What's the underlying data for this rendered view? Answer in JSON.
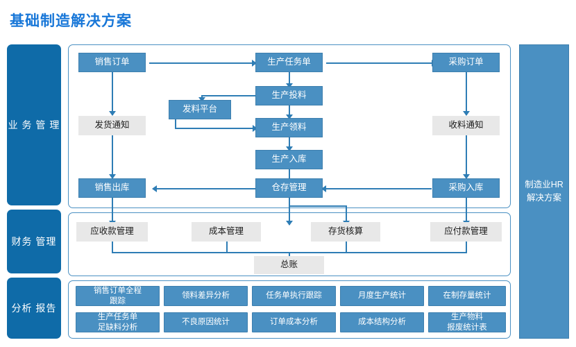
{
  "title": "基础制造解决方案",
  "colors": {
    "title_blue": "#1877D8",
    "sidebar_dark_blue": "#0F6BA8",
    "node_blue": "#4A90C2",
    "node_gray": "#E8E8E8",
    "connector": "#2E7DB5",
    "panel_border": "#4A90C2"
  },
  "sidebar_left": {
    "items": [
      {
        "label": "业 务\n管 理"
      },
      {
        "label": "财务\n管理"
      },
      {
        "label": "分析\n报告"
      }
    ]
  },
  "sidebar_right": {
    "label": "制造业HR\n解决方案"
  },
  "business": {
    "nodes": [
      {
        "id": "sales-order",
        "label": "销售订单",
        "style": "blue"
      },
      {
        "id": "production-task",
        "label": "生产任务单",
        "style": "blue"
      },
      {
        "id": "purchase-order",
        "label": "采购订单",
        "style": "blue"
      },
      {
        "id": "production-feed",
        "label": "生产投料",
        "style": "blue"
      },
      {
        "id": "material-platform",
        "label": "发料平台",
        "style": "blue"
      },
      {
        "id": "delivery-notice",
        "label": "发货通知",
        "style": "gray"
      },
      {
        "id": "production-pick",
        "label": "生产领料",
        "style": "blue"
      },
      {
        "id": "receipt-notice",
        "label": "收料通知",
        "style": "gray"
      },
      {
        "id": "production-instock",
        "label": "生产入库",
        "style": "blue"
      },
      {
        "id": "sales-outstock",
        "label": "销售出库",
        "style": "blue"
      },
      {
        "id": "warehouse-mgmt",
        "label": "仓存管理",
        "style": "blue"
      },
      {
        "id": "purchase-instock",
        "label": "采购入库",
        "style": "blue"
      }
    ]
  },
  "finance": {
    "nodes": [
      {
        "id": "receivable-mgmt",
        "label": "应收款管理",
        "style": "gray"
      },
      {
        "id": "cost-mgmt",
        "label": "成本管理",
        "style": "gray"
      },
      {
        "id": "inventory-acct",
        "label": "存货核算",
        "style": "gray"
      },
      {
        "id": "payable-mgmt",
        "label": "应付款管理",
        "style": "gray"
      },
      {
        "id": "general-ledger",
        "label": "总账",
        "style": "gray"
      }
    ]
  },
  "analysis": {
    "row1": [
      {
        "id": "sales-order-tracking",
        "label": "销售订单全程\n跟踪"
      },
      {
        "id": "pick-variance-analysis",
        "label": "领料差异分析"
      },
      {
        "id": "task-exec-tracking",
        "label": "任务单执行跟踪"
      },
      {
        "id": "monthly-prod-stats",
        "label": "月度生产统计"
      },
      {
        "id": "wip-stock-stats",
        "label": "在制存量统计"
      }
    ],
    "row2": [
      {
        "id": "task-material-analysis",
        "label": "生产任务单\n足缺料分析"
      },
      {
        "id": "defect-cause-stats",
        "label": "不良原因统计"
      },
      {
        "id": "order-cost-analysis",
        "label": "订单成本分析"
      },
      {
        "id": "cost-structure-analysis",
        "label": "成本结构分析"
      },
      {
        "id": "material-scrap-stats",
        "label": "生产物料\n报废统计表"
      }
    ]
  }
}
